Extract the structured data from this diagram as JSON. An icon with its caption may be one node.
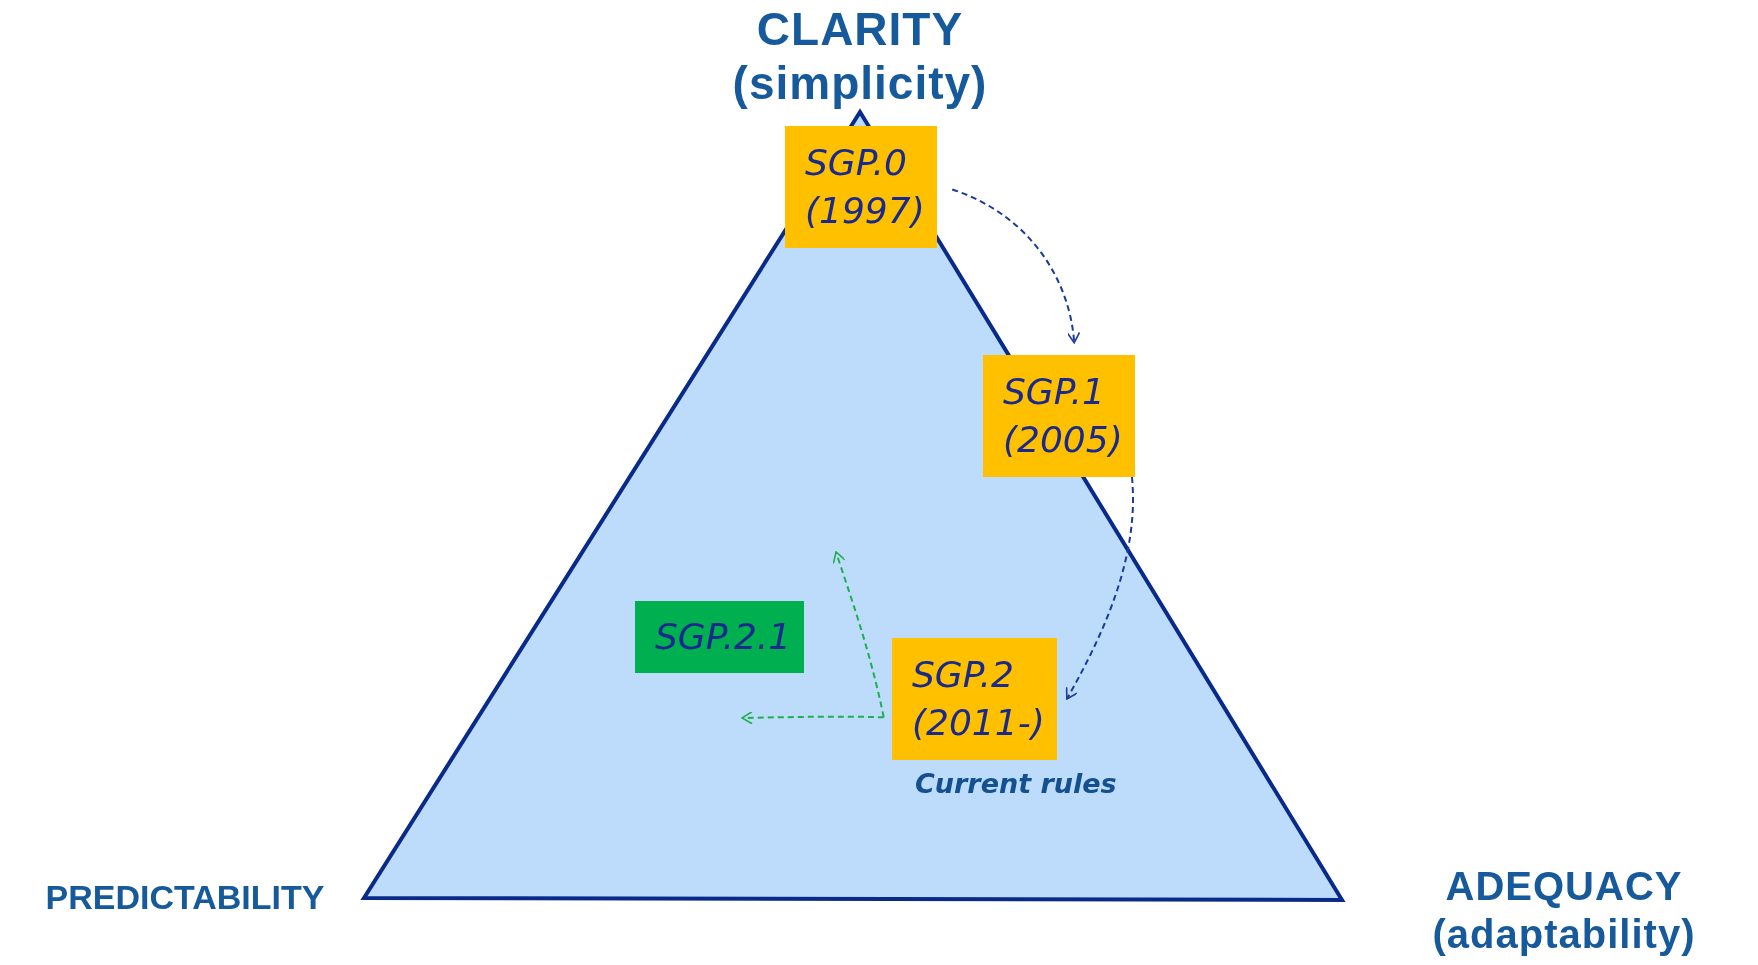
{
  "diagram": {
    "nodes": [
      {
        "text": [
          "SGP.0 (1997)"
        ]
      },
      {
        "text": [
          "SGP.1 (2005)"
        ]
      },
      {
        "text": [
          "SGP.2 (2011-)"
        ],
        "beside": [
          "Current rules"
        ]
      },
      {
        "text": [
          "SGP.2.1"
        ]
      }
    ],
    "edges": [
      {
        "from": 0,
        "to": 1,
        "arrow": "to",
        "style": "dashed"
      },
      {
        "from": 1,
        "to": 2,
        "arrow": "to",
        "style": "dashed"
      },
      {
        "from": 2,
        "to": null,
        "arrow": "to",
        "style": "dashed",
        "color": "#1fae4e"
      },
      {
        "from": 2,
        "to": null,
        "arrow": "to",
        "style": "dashed",
        "color": "#1fae4e"
      }
    ],
    "labels": [
      "CLARITY (simplicity)",
      "PREDICTABILITY",
      "ADEQUACY (adaptability)"
    ]
  }
}
